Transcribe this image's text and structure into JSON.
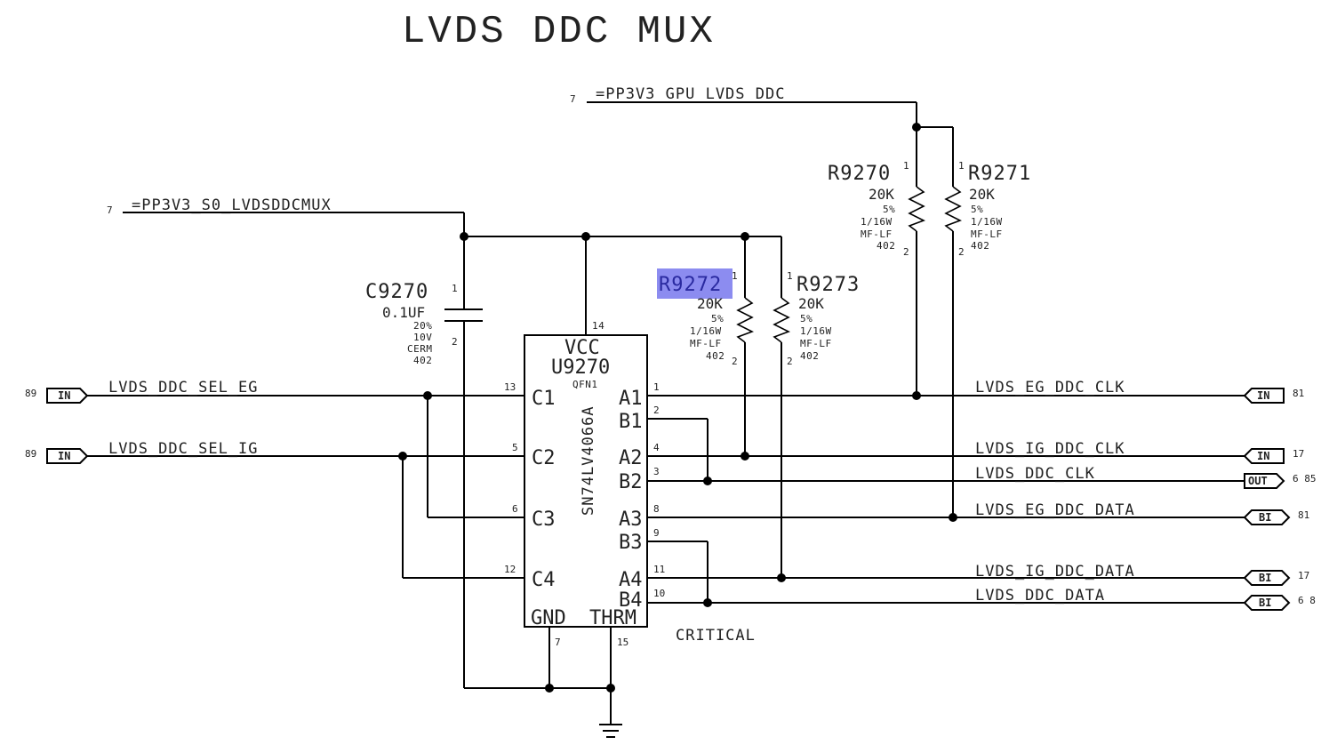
{
  "title": "LVDS DDC MUX",
  "power": {
    "gpu": {
      "name": "=PP3V3_GPU_LVDS_DDC",
      "page": "7"
    },
    "s0": {
      "name": "=PP3V3_S0_LVDSDDCMUX",
      "page": "7"
    }
  },
  "c9270": {
    "ref": "C9270",
    "value": "0.1UF",
    "tol": "20%",
    "volt": "10V",
    "type": "CERM",
    "pkg": "402",
    "pin1": "1",
    "pin2": "2"
  },
  "r9270": {
    "ref": "R9270",
    "value": "20K",
    "tol": "5%",
    "power": "1/16W",
    "type": "MF-LF",
    "pkg": "402",
    "pin1": "1",
    "pin2": "2"
  },
  "r9271": {
    "ref": "R9271",
    "value": "20K",
    "tol": "5%",
    "power": "1/16W",
    "type": "MF-LF",
    "pkg": "402",
    "pin1": "1",
    "pin2": "2"
  },
  "r9272": {
    "ref": "R9272",
    "value": "20K",
    "tol": "5%",
    "power": "1/16W",
    "type": "MF-LF",
    "pkg": "402",
    "pin1": "1",
    "pin2": "2"
  },
  "r9273": {
    "ref": "R9273",
    "value": "20K",
    "tol": "5%",
    "power": "1/16W",
    "type": "MF-LF",
    "pkg": "402",
    "pin1": "1",
    "pin2": "2"
  },
  "u9270": {
    "vcc": "VCC",
    "ref": "U9270",
    "pkg": "QFN1",
    "part": "SN74LV4066A",
    "gnd": "GND",
    "thrm": "THRM",
    "vcc_pin": "14",
    "gnd_pin": "7",
    "thrm_pin": "15",
    "left_pins": [
      {
        "name": "C1",
        "num": "13"
      },
      {
        "name": "C2",
        "num": "5"
      },
      {
        "name": "C3",
        "num": "6"
      },
      {
        "name": "C4",
        "num": "12"
      }
    ],
    "right_pins": [
      {
        "name": "A1",
        "num": "1"
      },
      {
        "name": "B1",
        "num": "2"
      },
      {
        "name": "A2",
        "num": "4"
      },
      {
        "name": "B2",
        "num": "3"
      },
      {
        "name": "A3",
        "num": "8"
      },
      {
        "name": "B3",
        "num": "9"
      },
      {
        "name": "A4",
        "num": "11"
      },
      {
        "name": "B4",
        "num": "10"
      }
    ]
  },
  "critical": "CRITICAL",
  "inputs": [
    {
      "net": "LVDS_DDC_SEL_EG",
      "port": "IN",
      "page": "89"
    },
    {
      "net": "LVDS_DDC_SEL_IG",
      "port": "IN",
      "page": "89"
    }
  ],
  "outputs": [
    {
      "net": "LVDS_EG_DDC_CLK",
      "port": "IN",
      "page": "81"
    },
    {
      "net": "LVDS_IG_DDC_CLK",
      "port": "IN",
      "page": "17"
    },
    {
      "net": "LVDS_DDC_CLK",
      "port": "OUT",
      "page": "6 85"
    },
    {
      "net": "LVDS_EG_DDC_DATA",
      "port": "BI",
      "page": "81"
    },
    {
      "net": "LVDS_IG_DDC_DATA",
      "port": "BI",
      "page": "17"
    },
    {
      "net": "LVDS_DDC_DATA",
      "port": "BI",
      "page": "6 8"
    }
  ],
  "highlight_color": "#8c8cf0"
}
